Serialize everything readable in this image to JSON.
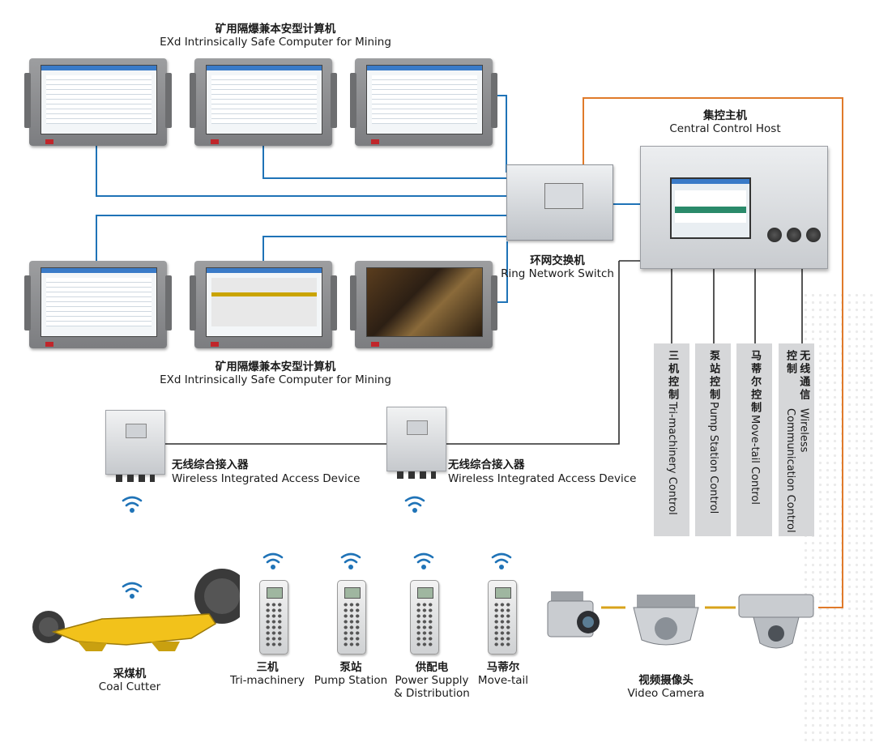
{
  "computers_top": {
    "zh": "矿用隔爆兼本安型计算机",
    "en": "EXd Intrinsically Safe Computer for Mining"
  },
  "computers_bottom": {
    "zh": "矿用隔爆兼本安型计算机",
    "en": "EXd Intrinsically Safe Computer for Mining"
  },
  "central_host": {
    "zh": "集控主机",
    "en": "Central Control Host"
  },
  "ring_switch": {
    "zh": "环网交换机",
    "en": "Ring Network Switch"
  },
  "access_device_left": {
    "zh": "无线综合接入器",
    "en": "Wireless Integrated Access Device"
  },
  "access_device_right": {
    "zh": "无线综合接入器",
    "en": "Wireless Integrated Access Device"
  },
  "controls": [
    {
      "zh": "三机控制",
      "en": "Tri-machinery Control"
    },
    {
      "zh": "泵站控制",
      "en": "Pump Station Control"
    },
    {
      "zh": "马蒂尔控制",
      "en": "Move-tail Control"
    },
    {
      "zh": "无线通信控制",
      "en": "Wireless Communication Control"
    }
  ],
  "coal_cutter": {
    "zh": "采煤机",
    "en": "Coal Cutter"
  },
  "remotes": [
    {
      "zh": "三机",
      "en": "Tri-machinery"
    },
    {
      "zh": "泵站",
      "en": "Pump Station"
    },
    {
      "zh": "供配电",
      "en": "Power Supply",
      "en2": "& Distribution"
    },
    {
      "zh": "马蒂尔",
      "en": "Move-tail"
    }
  ],
  "video_camera": {
    "zh": "视频摄像头",
    "en": "Video Camera"
  },
  "colors": {
    "network_line": "#1f73b7",
    "orange_line": "#e07a2a",
    "dark_line": "#2b2b2b"
  }
}
